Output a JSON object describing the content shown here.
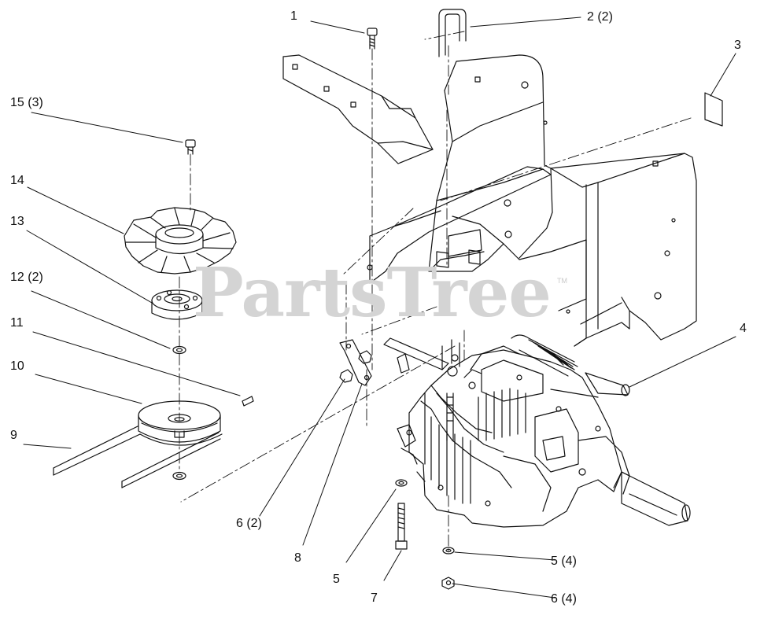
{
  "watermark": {
    "text": "PartsTree",
    "trademark": "TM"
  },
  "callouts": [
    {
      "id": "c1",
      "label": "1"
    },
    {
      "id": "c2",
      "label": "2 (2)"
    },
    {
      "id": "c3",
      "label": "3"
    },
    {
      "id": "c4",
      "label": "4"
    },
    {
      "id": "c5a",
      "label": "5"
    },
    {
      "id": "c5b",
      "label": "5 (4)"
    },
    {
      "id": "c6a",
      "label": "6 (2)"
    },
    {
      "id": "c6b",
      "label": "6 (4)"
    },
    {
      "id": "c7",
      "label": "7"
    },
    {
      "id": "c8",
      "label": "8"
    },
    {
      "id": "c9",
      "label": "9"
    },
    {
      "id": "c10",
      "label": "10"
    },
    {
      "id": "c11",
      "label": "11"
    },
    {
      "id": "c12",
      "label": "12 (2)"
    },
    {
      "id": "c13",
      "label": "13"
    },
    {
      "id": "c14",
      "label": "14"
    },
    {
      "id": "c15",
      "label": "15 (3)"
    }
  ]
}
